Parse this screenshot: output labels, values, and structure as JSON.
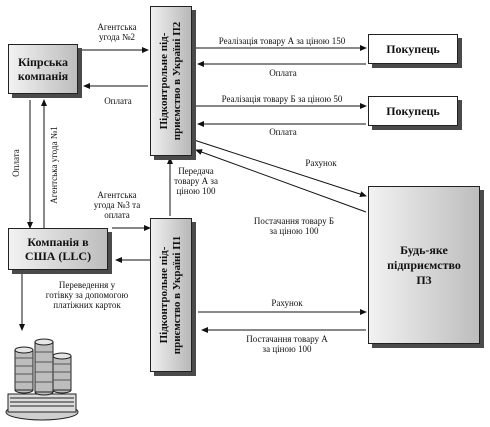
{
  "nodes": {
    "cyprus": "Кіпрська\nкомпанія",
    "usa": "Компанія в\nСША (LLC)",
    "ua2": "Підконтрольне під-\nприємство в Україні П2",
    "ua1": "Підконтрольне під-\nприємство в Україні П1",
    "buyer_top": "Покупець",
    "buyer_mid": "Покупець",
    "any": "Будь-яке\nпідприємство\nП3"
  },
  "labels": {
    "agency2": "Агентська\nугода №2",
    "payment_cy": "Оплата",
    "payment_left": "Оплата",
    "agency1": "Агентська угода №1",
    "agency3": "Агентська\nугода №3 та\nоплата",
    "transfer": "Переведення у\nготівку за допомогою\nплатіжних карток",
    "sale_a": "Реалізація товару А за ціною 150",
    "pay_a": "Оплата",
    "sale_b": "Реалізація товару Б за ціною 50",
    "pay_b": "Оплата",
    "invoice1": "Рахунок",
    "supply_b": "Постачання товару Б\nза ціною 100",
    "handover": "Передача\nтовару А за\nціною 100",
    "invoice2": "Рахунок",
    "supply_a": "Постачання товару А\nза ціною 100"
  },
  "icons": [
    "cash-stacks-icon"
  ],
  "colors": {
    "box_dark": "#b8b8b8",
    "box_light": "#f2f2f2",
    "line": "#111111"
  }
}
